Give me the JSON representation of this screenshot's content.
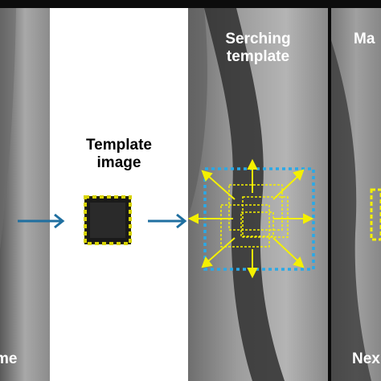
{
  "panels": {
    "previous": {
      "bottom_label": "me"
    },
    "template": {
      "title_line1": "Template",
      "title_line2": "image"
    },
    "search": {
      "title_line1": "Serching",
      "title_line2": "template"
    },
    "next": {
      "title": "Ma",
      "bottom_label": "Nex"
    }
  },
  "colors": {
    "arrow": "#1f6fa0",
    "search_arrows": "#f4f000",
    "search_region": "#29a9e8",
    "template_border": "#d8d400"
  }
}
